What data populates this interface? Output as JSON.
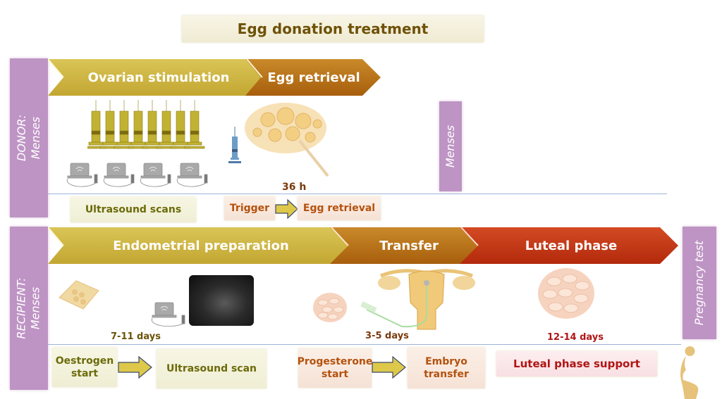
{
  "title": "Egg donation treatment",
  "colors": {
    "title_text": "#6e5208",
    "sidebar": "#be94c4",
    "phase_olive": "#cdb23c",
    "phase_brown": "#b86b12",
    "phase_red": "#c23012",
    "divider": "#9db3d9"
  },
  "donor": {
    "sidebar_line1": "DONOR:",
    "sidebar_line2": "Menses",
    "phases": [
      {
        "label": "Ovarian stimulation"
      },
      {
        "label": "Egg retrieval"
      }
    ],
    "menses_label": "Menses",
    "interval_label": "36 h",
    "steps": [
      {
        "label": "Ultrasound scans"
      },
      {
        "label": "Trigger"
      },
      {
        "label": "Egg retrieval"
      }
    ],
    "icons": [
      "syringe-icon",
      "ultrasound-machine-icon",
      "trigger-syringe-icon",
      "follicles-icon"
    ]
  },
  "recipient": {
    "sidebar_line1": "RECIPIENT:",
    "sidebar_line2": "Menses",
    "phases": [
      {
        "label": "Endometrial preparation"
      },
      {
        "label": "Transfer"
      },
      {
        "label": "Luteal phase"
      }
    ],
    "pregnancy_test_label": "Pregnancy test",
    "durations": [
      {
        "label": "7-11 days"
      },
      {
        "label": "3-5 days"
      },
      {
        "label": "12-14 days"
      }
    ],
    "steps": [
      {
        "label_line1": "Oestrogen",
        "label_line2": "start"
      },
      {
        "label": "Ultrasound scan"
      },
      {
        "label_line1": "Progesterone",
        "label_line2": "start"
      },
      {
        "label_line1": "Embryo",
        "label_line2": "transfer"
      },
      {
        "label": "Luteal phase support"
      }
    ],
    "icons": [
      "pill-blister-icon",
      "ultrasound-machine-icon",
      "ultrasound-image-icon",
      "pills-icon",
      "uterus-icon",
      "pregnant-woman-icon"
    ]
  }
}
